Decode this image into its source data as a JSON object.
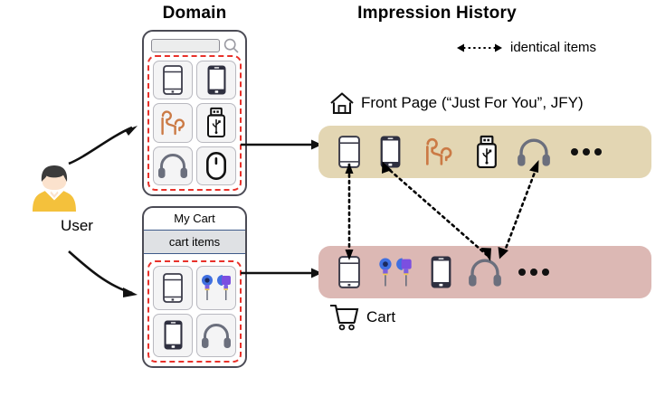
{
  "headers": {
    "domain": "Domain",
    "impression_history": "Impression History"
  },
  "legend": {
    "icon": "double-headed-dotted-arrow-icon",
    "label": "identical items"
  },
  "user": {
    "label": "User",
    "icon": "user-avatar-icon",
    "hair_color": "#3b3b3b",
    "skin_color": "#fbe2cd",
    "shirt_color": "#f4c13c"
  },
  "domain": {
    "search": {
      "placeholder": "",
      "value": "",
      "icon": "search-icon"
    },
    "phone_items": [
      {
        "icon": "tablet-icon",
        "name": "tablet"
      },
      {
        "icon": "smartphone-icon",
        "name": "smartphone"
      },
      {
        "icon": "earphones-icon",
        "name": "earphones",
        "color": "#cb7a45"
      },
      {
        "icon": "usb-drive-icon",
        "name": "usb-drive"
      },
      {
        "icon": "headphones-icon",
        "name": "headphones",
        "color": "#6b6f7d"
      },
      {
        "icon": "mouse-icon",
        "name": "computer-mouse"
      }
    ],
    "cart_panel": {
      "title": "My Cart",
      "subtitle": "cart items",
      "items": [
        {
          "icon": "tablet-icon",
          "name": "tablet"
        },
        {
          "icon": "earbuds-icon",
          "name": "earbuds",
          "color": "#5b5bd6"
        },
        {
          "icon": "smartphone-icon",
          "name": "smartphone"
        },
        {
          "icon": "headphones-icon",
          "name": "headphones",
          "color": "#6b6f7d"
        }
      ]
    }
  },
  "impression_history": {
    "front_page": {
      "label": "Front Page (“Just For You”, JFY)",
      "icon": "home-icon",
      "band_color": "#e3d6b3",
      "items": [
        {
          "icon": "tablet-icon",
          "name": "tablet"
        },
        {
          "icon": "smartphone-icon",
          "name": "smartphone"
        },
        {
          "icon": "earphones-icon",
          "name": "earphones",
          "color": "#cb7a45"
        },
        {
          "icon": "usb-drive-icon",
          "name": "usb-drive"
        },
        {
          "icon": "headphones-icon",
          "name": "headphones",
          "color": "#6b6f7d"
        },
        {
          "icon": "ellipsis-icon",
          "name": "more-items"
        }
      ]
    },
    "cart": {
      "label": "Cart",
      "icon": "shopping-cart-icon",
      "band_color": "#dcb8b4",
      "items": [
        {
          "icon": "tablet-icon",
          "name": "tablet"
        },
        {
          "icon": "earbuds-icon",
          "name": "earbuds",
          "color": "#5b5bd6"
        },
        {
          "icon": "smartphone-icon",
          "name": "smartphone"
        },
        {
          "icon": "headphones-icon",
          "name": "headphones",
          "color": "#6b6f7d"
        },
        {
          "icon": "ellipsis-icon",
          "name": "more-items"
        }
      ]
    },
    "links": [
      {
        "from": "jfy-tablet",
        "to": "cart-tablet",
        "style": "dotted-double-arrow"
      },
      {
        "from": "jfy-smartphone",
        "to": "cart-smartphone",
        "style": "dotted-double-arrow"
      },
      {
        "from": "jfy-headphones",
        "to": "cart-headphones",
        "style": "dotted-double-arrow"
      }
    ]
  },
  "colors": {
    "dashed_outline": "#e8312a",
    "device_stroke": "#4b4b55",
    "jfy_band": "#e3d6b3",
    "cart_band": "#dcb8b4",
    "orange": "#cb7a45",
    "gray_icon": "#6b6f7d",
    "blue_earbud": "#3f6fe0",
    "purple_earbud": "#7b4fe0"
  }
}
